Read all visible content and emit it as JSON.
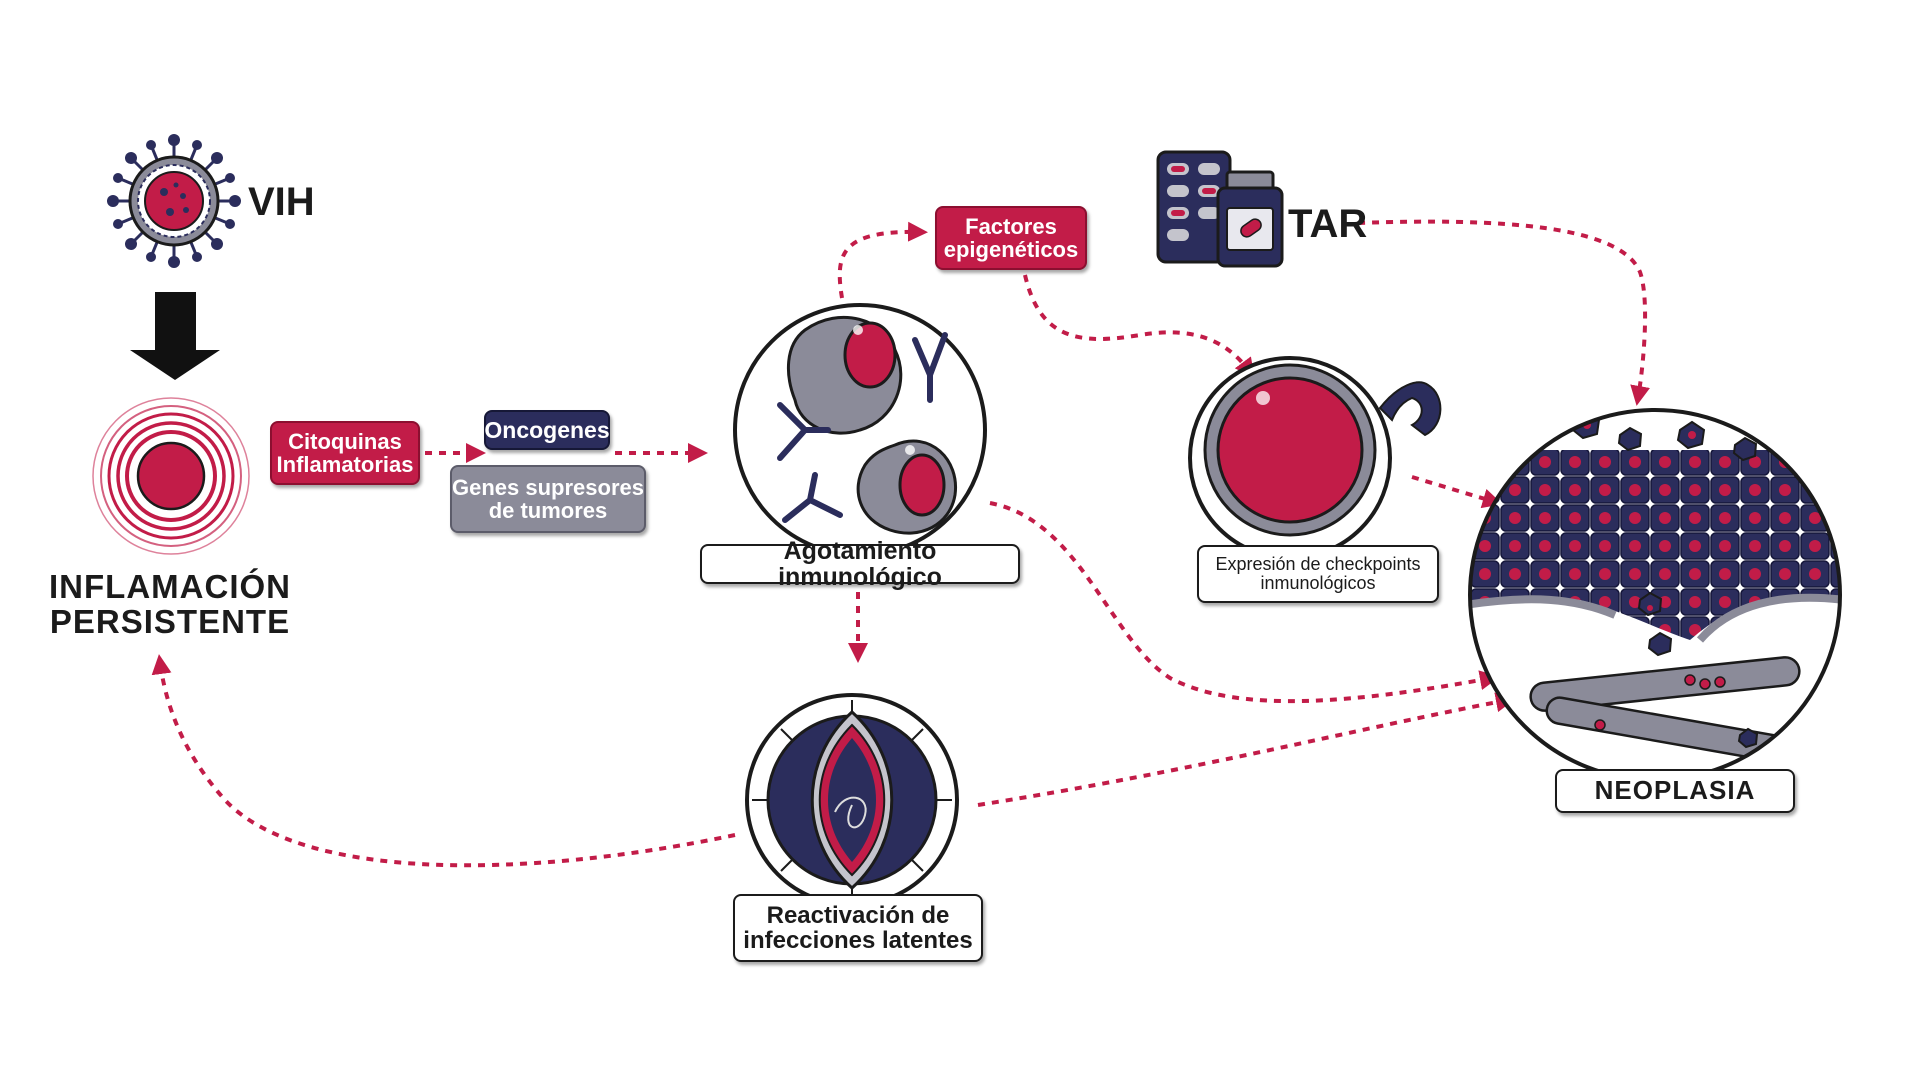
{
  "colors": {
    "accent": "#c21c48",
    "navy": "#2b2d5c",
    "grey": "#8b8b99",
    "outline": "#1b1b1b"
  },
  "nodes": {
    "vih": "VIH",
    "inflamacion": "INFLAMACIÓN\nPERSISTENTE",
    "citoquinas": "Citoquinas\nInflamatorias",
    "oncogenes": "Oncogenes",
    "genes": "Genes supresores\nde tumores",
    "agotamiento": "Agotamiento inmunológico",
    "factores": "Factores\nepigenéticos",
    "tar": "TAR",
    "checkpoints": "Expresión de checkpoints\ninmunológicos",
    "neoplasia": "NEOPLASIA",
    "reactivacion": "Reactivación de\ninfecciones latentes"
  },
  "icons": [
    "virus-icon",
    "inflammation-rings-icon",
    "exhausted-lymphocyte-icon",
    "antibody-icon",
    "latent-virus-icon",
    "pill-blister-icon",
    "medicine-bottle-icon",
    "checkpoint-cell-icon",
    "tumor-tissue-icon"
  ]
}
